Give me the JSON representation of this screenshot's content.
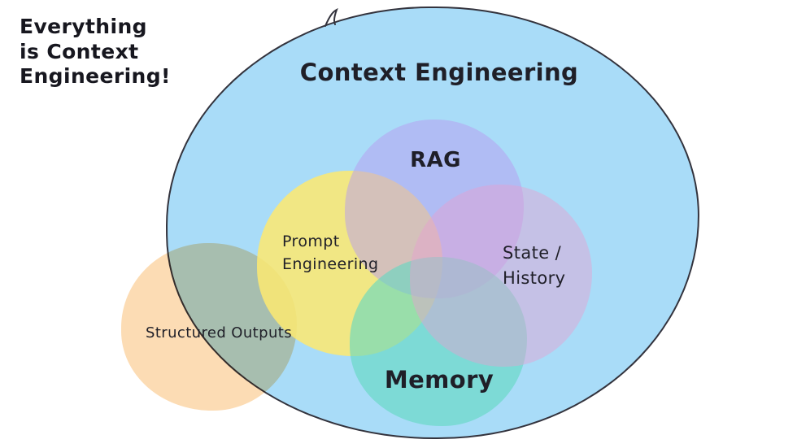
{
  "headline": {
    "lines": [
      "Everything",
      "is Context",
      "Engineering!"
    ]
  },
  "diagram": {
    "container": {
      "label": "Context Engineering",
      "fill": "#a9dcf8",
      "stroke": "#33333d"
    },
    "sets": [
      {
        "name": "rag",
        "label": "RAG",
        "fill": "#b79bf0"
      },
      {
        "name": "prompt-engineering",
        "label_lines": [
          "Prompt",
          "Engineering"
        ],
        "fill": "#fae873"
      },
      {
        "name": "state-history",
        "label_lines": [
          "State /",
          "History"
        ],
        "fill": "#e79fd0"
      },
      {
        "name": "memory",
        "label": "Memory",
        "fill": "#63d9c1"
      },
      {
        "name": "structured-outputs",
        "label": "Structured Outputs",
        "fill": "#fcdcb4"
      }
    ]
  }
}
